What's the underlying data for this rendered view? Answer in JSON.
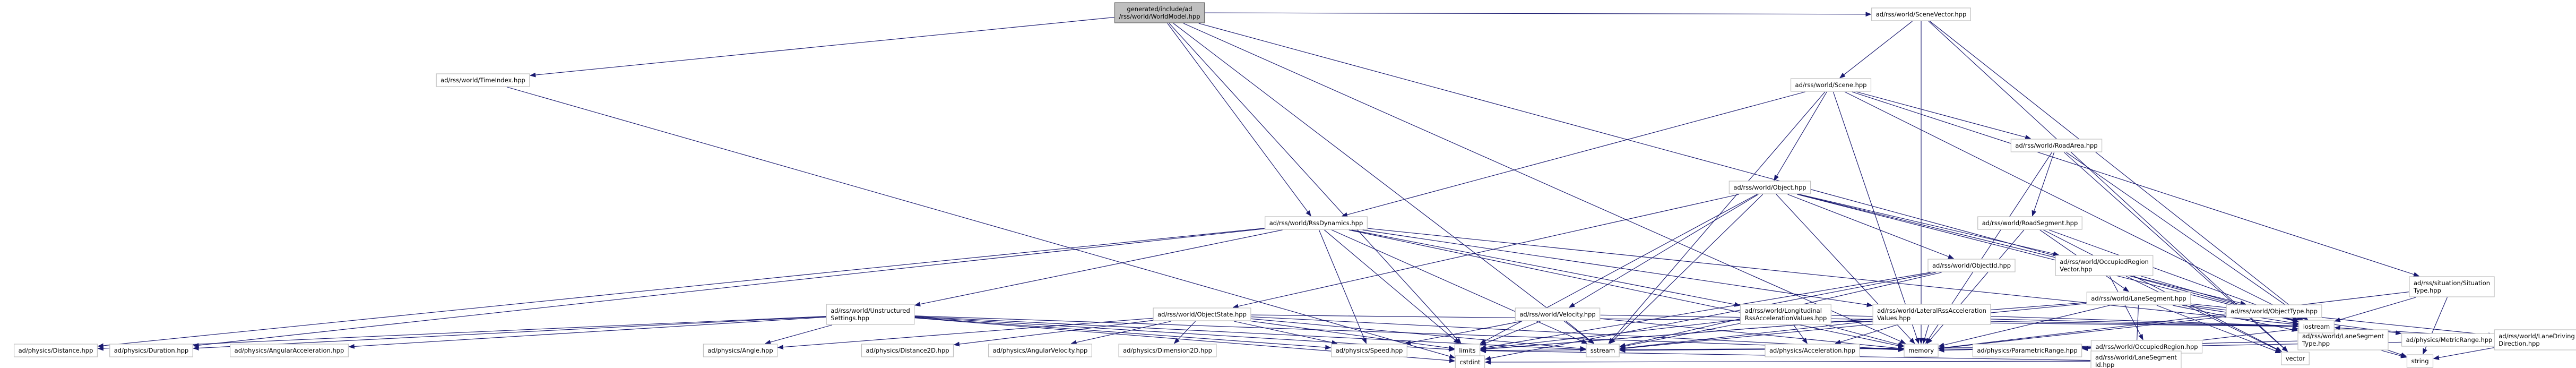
{
  "colors": {
    "edge": "#191970",
    "node_fill": "#ffffff",
    "root_fill": "#bfbfbf"
  },
  "nodes": {
    "root": [
      "generated/include/ad",
      "/rss/world/WorldModel.hpp"
    ],
    "sv": [
      "ad/rss/world/SceneVector.hpp"
    ],
    "ti": [
      "ad/rss/world/TimeIndex.hpp"
    ],
    "scene": [
      "ad/rss/world/Scene.hpp"
    ],
    "ra": [
      "ad/rss/world/RoadArea.hpp"
    ],
    "obj": [
      "ad/rss/world/Object.hpp"
    ],
    "rs": [
      "ad/rss/world/RoadSegment.hpp"
    ],
    "dyn": [
      "ad/rss/world/RssDynamics.hpp"
    ],
    "oid": [
      "ad/rss/world/ObjectId.hpp"
    ],
    "orv": [
      "ad/rss/world/OccupiedRegion",
      "Vector.hpp"
    ],
    "ls": [
      "ad/rss/world/LaneSegment.hpp"
    ],
    "us": [
      "ad/rss/world/Unstructured",
      "Settings.hpp"
    ],
    "os": [
      "ad/rss/world/ObjectState.hpp"
    ],
    "vel": [
      "ad/rss/world/Velocity.hpp"
    ],
    "lon": [
      "ad/rss/world/Longitudinal",
      "RssAccelerationValues.hpp"
    ],
    "lat": [
      "ad/rss/world/LateralRssAcceleration",
      "Values.hpp"
    ],
    "or": [
      "ad/rss/world/OccupiedRegion.hpp"
    ],
    "ot": [
      "ad/rss/world/ObjectType.hpp"
    ],
    "lst": [
      "ad/rss/world/LaneSegment",
      "Type.hpp"
    ],
    "mr": [
      "ad/physics/MetricRange.hpp"
    ],
    "ldd": [
      "ad/rss/world/LaneDriving",
      "Direction.hpp"
    ],
    "sit": [
      "ad/rss/situation/Situation",
      "Type.hpp"
    ],
    "lsid": [
      "ad/rss/world/LaneSegment",
      "Id.hpp"
    ],
    "vector": [
      "vector"
    ],
    "pdist": [
      "ad/physics/Distance.hpp"
    ],
    "pdur": [
      "ad/physics/Duration.hpp"
    ],
    "pangacc": [
      "ad/physics/AngularAcceleration.hpp"
    ],
    "pangle": [
      "ad/physics/Angle.hpp"
    ],
    "pd2d": [
      "ad/physics/Distance2D.hpp"
    ],
    "pangvel": [
      "ad/physics/AngularVelocity.hpp"
    ],
    "pdim": [
      "ad/physics/Dimension2D.hpp"
    ],
    "pspeed": [
      "ad/physics/Speed.hpp"
    ],
    "limits": [
      "limits"
    ],
    "sstream": [
      "sstream"
    ],
    "pacc": [
      "ad/physics/Acceleration.hpp"
    ],
    "memory": [
      "memory"
    ],
    "ppr": [
      "ad/physics/ParametricRange.hpp"
    ],
    "iostream": [
      "iostream"
    ],
    "string": [
      "string"
    ],
    "cstdint": [
      "cstdint"
    ]
  },
  "edges": [
    [
      "root",
      "ti"
    ],
    [
      "root",
      "sv"
    ],
    [
      "root",
      "dyn"
    ],
    [
      "root",
      "limits"
    ],
    [
      "root",
      "memory"
    ],
    [
      "root",
      "sstream"
    ],
    [
      "root",
      "iostream"
    ],
    [
      "ti",
      "cstdint"
    ],
    [
      "sv",
      "scene"
    ],
    [
      "sv",
      "vector"
    ],
    [
      "sv",
      "iostream"
    ],
    [
      "sv",
      "memory"
    ],
    [
      "scene",
      "ra"
    ],
    [
      "scene",
      "obj"
    ],
    [
      "scene",
      "dyn"
    ],
    [
      "scene",
      "sit"
    ],
    [
      "scene",
      "iostream"
    ],
    [
      "scene",
      "memory"
    ],
    [
      "scene",
      "sstream"
    ],
    [
      "ra",
      "rs"
    ],
    [
      "ra",
      "vector"
    ],
    [
      "ra",
      "iostream"
    ],
    [
      "ra",
      "memory"
    ],
    [
      "rs",
      "ls"
    ],
    [
      "rs",
      "vector"
    ],
    [
      "rs",
      "iostream"
    ],
    [
      "rs",
      "memory"
    ],
    [
      "obj",
      "oid"
    ],
    [
      "obj",
      "orv"
    ],
    [
      "obj",
      "ot"
    ],
    [
      "obj",
      "os"
    ],
    [
      "obj",
      "vel"
    ],
    [
      "obj",
      "limits"
    ],
    [
      "obj",
      "sstream"
    ],
    [
      "obj",
      "memory"
    ],
    [
      "obj",
      "iostream"
    ],
    [
      "dyn",
      "us"
    ],
    [
      "dyn",
      "lon"
    ],
    [
      "dyn",
      "lat"
    ],
    [
      "dyn",
      "pdist"
    ],
    [
      "dyn",
      "pdur"
    ],
    [
      "dyn",
      "pspeed"
    ],
    [
      "dyn",
      "limits"
    ],
    [
      "dyn",
      "sstream"
    ],
    [
      "dyn",
      "memory"
    ],
    [
      "dyn",
      "iostream"
    ],
    [
      "oid",
      "cstdint"
    ],
    [
      "oid",
      "limits"
    ],
    [
      "oid",
      "sstream"
    ],
    [
      "orv",
      "or"
    ],
    [
      "orv",
      "vector"
    ],
    [
      "orv",
      "iostream"
    ],
    [
      "ls",
      "lsid"
    ],
    [
      "ls",
      "lst"
    ],
    [
      "ls",
      "ldd"
    ],
    [
      "ls",
      "mr"
    ],
    [
      "ls",
      "sstream"
    ],
    [
      "ls",
      "memory"
    ],
    [
      "ls",
      "iostream"
    ],
    [
      "ls",
      "limits"
    ],
    [
      "ls",
      "vector"
    ],
    [
      "us",
      "pangle"
    ],
    [
      "us",
      "pangacc"
    ],
    [
      "us",
      "pdur"
    ],
    [
      "us",
      "pdist"
    ],
    [
      "us",
      "pspeed"
    ],
    [
      "us",
      "limits"
    ],
    [
      "us",
      "sstream"
    ],
    [
      "us",
      "memory"
    ],
    [
      "us",
      "cstdint"
    ],
    [
      "os",
      "pd2d"
    ],
    [
      "os",
      "pangle"
    ],
    [
      "os",
      "pangvel"
    ],
    [
      "os",
      "pdim"
    ],
    [
      "os",
      "pspeed"
    ],
    [
      "os",
      "limits"
    ],
    [
      "os",
      "sstream"
    ],
    [
      "os",
      "memory"
    ],
    [
      "os",
      "iostream"
    ],
    [
      "vel",
      "pspeed"
    ],
    [
      "vel",
      "limits"
    ],
    [
      "vel",
      "sstream"
    ],
    [
      "vel",
      "memory"
    ],
    [
      "vel",
      "iostream"
    ],
    [
      "lon",
      "pacc"
    ],
    [
      "lon",
      "limits"
    ],
    [
      "lon",
      "sstream"
    ],
    [
      "lon",
      "memory"
    ],
    [
      "lon",
      "iostream"
    ],
    [
      "lat",
      "pacc"
    ],
    [
      "lat",
      "limits"
    ],
    [
      "lat",
      "sstream"
    ],
    [
      "lat",
      "memory"
    ],
    [
      "lat",
      "iostream"
    ],
    [
      "or",
      "lsid"
    ],
    [
      "or",
      "ppr"
    ],
    [
      "or",
      "limits"
    ],
    [
      "or",
      "sstream"
    ],
    [
      "or",
      "memory"
    ],
    [
      "or",
      "iostream"
    ],
    [
      "ot",
      "iostream"
    ],
    [
      "ot",
      "memory"
    ],
    [
      "ot",
      "string"
    ],
    [
      "lst",
      "iostream"
    ],
    [
      "lst",
      "string"
    ],
    [
      "lst",
      "memory"
    ],
    [
      "ldd",
      "iostream"
    ],
    [
      "ldd",
      "string"
    ],
    [
      "ldd",
      "memory"
    ],
    [
      "sit",
      "iostream"
    ],
    [
      "sit",
      "string"
    ],
    [
      "sit",
      "memory"
    ],
    [
      "lsid",
      "cstdint"
    ],
    [
      "lsid",
      "limits"
    ]
  ]
}
